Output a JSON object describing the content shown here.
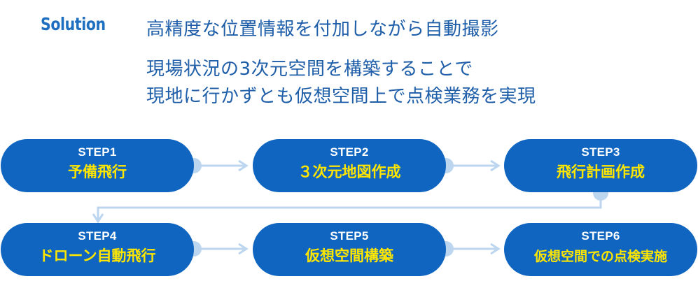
{
  "header": {
    "label": "Solution",
    "line1": "高精度な位置情報を付加しながら自動撮影",
    "line2": "現場状況の3次元空間を構築することで",
    "line3": "現地に行かずとも仮想空間上で点検業務を実現"
  },
  "steps": [
    {
      "num": "STEP1",
      "name": "予備飛行"
    },
    {
      "num": "STEP2",
      "name": "３次元地図作成"
    },
    {
      "num": "STEP3",
      "name": "飛行計画作成"
    },
    {
      "num": "STEP4",
      "name": "ドローン自動飛行"
    },
    {
      "num": "STEP5",
      "name": "仮想空間構築"
    },
    {
      "num": "STEP6",
      "name": "仮想空間での点検実施"
    }
  ],
  "colors": {
    "step_fill": "#0f65bf",
    "step_name": "#ffe600",
    "connector": "#bcd6ef",
    "connector_dot": "#bcd6ef",
    "heading": "#1f5ea8",
    "label": "#1f6fc0"
  }
}
